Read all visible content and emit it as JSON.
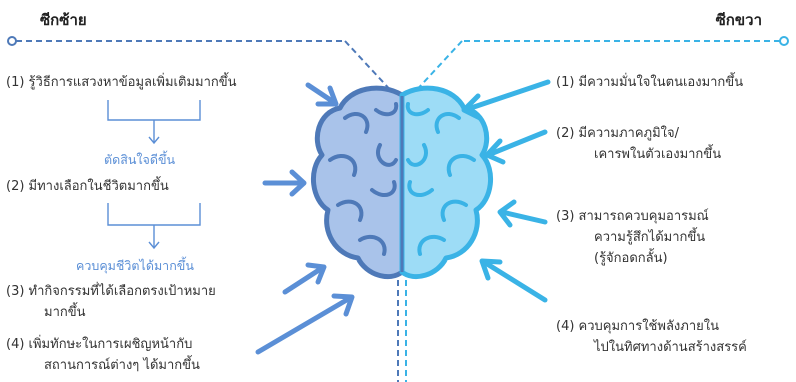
{
  "left": {
    "header": "ซีกซ้าย",
    "item1": "(1) รู้วิธีการแสวงหาข้อมูลเพิ่มเติมมากขึ้น",
    "mid1": "ตัดสินใจดีขึ้น",
    "item2": "(2) มีทางเลือกในชีวิตมากขึ้น",
    "mid2": "ควบคุมชีวิตได้มากขึ้น",
    "item3": [
      "(3) ทำกิจกรรมที่ได้เลือกตรงเป้าหมาย",
      "มากขึ้น"
    ],
    "item4": [
      "(4) เพิ่มทักษะในการเผชิญหน้ากับ",
      "สถานการณ์ต่างๆ ได้มากขึ้น"
    ]
  },
  "right": {
    "header": "ซีกขวา",
    "item1": "(1) มีความมั่นใจในตนเองมากขึ้น",
    "item2": [
      "(2) มีความภาคภูมิใจ/",
      "เคารพในตัวเองมากขึ้น"
    ],
    "item3": [
      "(3) สามารถควบคุมอารมณ์",
      "ความรู้สึกได้มากขึ้น",
      "(รู้จักอดกลั้น)"
    ],
    "item4": [
      "(4) ควบคุมการใช้พลังภายใน",
      "ไปในทิศทางด้านสร้างสรรค์"
    ]
  },
  "colors": {
    "left_lobe": "#a9c3ea",
    "left_stroke": "#4e79b8",
    "right_lobe": "#9ddcf6",
    "right_stroke": "#3ab3e6",
    "left_arrow": "#5b8fd6",
    "right_arrow": "#3ab3e6"
  },
  "icons": [
    "brain-illustration",
    "arrow-icon",
    "down-arrow-icon",
    "dashed-connector"
  ]
}
